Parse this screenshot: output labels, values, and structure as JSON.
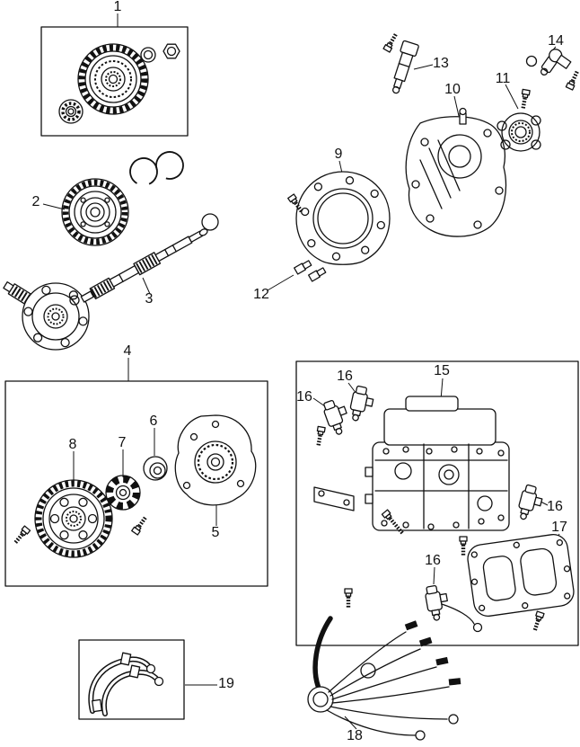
{
  "figure": {
    "background": "#ffffff",
    "line_color": "#111111"
  },
  "callouts": {
    "c1": {
      "label": "1"
    },
    "c2": {
      "label": "2"
    },
    "c3": {
      "label": "3"
    },
    "c4": {
      "label": "4"
    },
    "c5": {
      "label": "5"
    },
    "c6": {
      "label": "6"
    },
    "c7": {
      "label": "7"
    },
    "c8": {
      "label": "8"
    },
    "c9": {
      "label": "9"
    },
    "c10": {
      "label": "10"
    },
    "c11": {
      "label": "11"
    },
    "c12": {
      "label": "12"
    },
    "c13": {
      "label": "13"
    },
    "c14": {
      "label": "14"
    },
    "c15": {
      "label": "15"
    },
    "c16a": {
      "label": "16"
    },
    "c16b": {
      "label": "16"
    },
    "c16c": {
      "label": "16"
    },
    "c16d": {
      "label": "16"
    },
    "c17": {
      "label": "17"
    },
    "c18": {
      "label": "18"
    },
    "c19": {
      "label": "19"
    }
  }
}
